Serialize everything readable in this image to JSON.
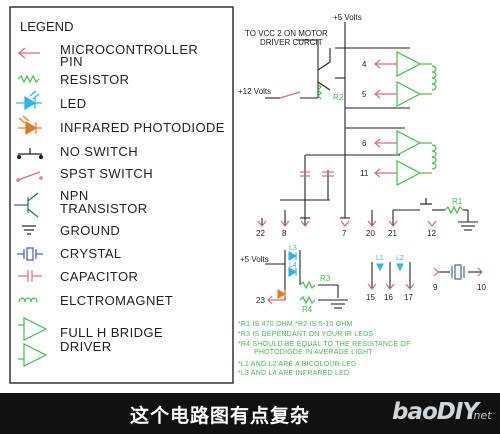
{
  "legend": {
    "title": "LEGEND",
    "items": [
      {
        "label1": "MICROCONTROLLER",
        "label2": "PIN"
      },
      {
        "label1": "RESISTOR"
      },
      {
        "label1": "LED"
      },
      {
        "label1": "INFRARED PHOTODIODE"
      },
      {
        "label1": "NO SWITCH"
      },
      {
        "label1": "SPST SWITCH"
      },
      {
        "label1": "NPN",
        "label2": "TRANSISTOR"
      },
      {
        "label1": "GROUND"
      },
      {
        "label1": "CRYSTAL"
      },
      {
        "label1": "CAPACITOR"
      },
      {
        "label1": "ELCTROMAGNET"
      },
      {
        "label1": "FULL H BRIDGE",
        "label2": "DRIVER"
      }
    ]
  },
  "schematic": {
    "plus5_top": "+5 Volts",
    "to_vcc_1": "TO VCC 2 ON MOTOR",
    "to_vcc_2": "DRIVER CURCIT",
    "plus12": "+12 Volts",
    "r2": "R2",
    "r1": "R1",
    "r3": "R3",
    "r4": "R4",
    "l3": "L3",
    "l4": "L4",
    "l1": "L1",
    "l2": "L2",
    "plus5_bottom": "+5 Volts",
    "pins_right": [
      "4",
      "5",
      "6",
      "11"
    ],
    "pins_bottom": [
      "22",
      "8",
      "7",
      "20",
      "21",
      "12"
    ],
    "pins_led": [
      "15",
      "16",
      "17"
    ],
    "pins_crystal": [
      "9",
      "10"
    ],
    "pin_photo": "23",
    "notes": [
      "*R1 IS 470 OHM *R2 IS 5-10 OHM",
      "*R3 IS DEPENDANT ON YOUR IR LEDS",
      "*R4 SHOULD BE EQUAL TO THE RESISTANCE OF",
      "PHOTODIODE IN AVERAGE LIGHT",
      "*L1 AND L2 ARE A BICOLOUR LED",
      "*L3 AND L4 ARE INFRARED LED"
    ]
  },
  "caption": "这个电路图有点复杂",
  "watermark": {
    "main": "baoDIY",
    "suffix": ".net"
  },
  "colors": {
    "wire": "#222222",
    "pin": "#d86a84",
    "resistor": "#3fbf4a",
    "led": "#2ab6e6",
    "ir": "#e07a1e",
    "caption_bg": "#111111"
  }
}
